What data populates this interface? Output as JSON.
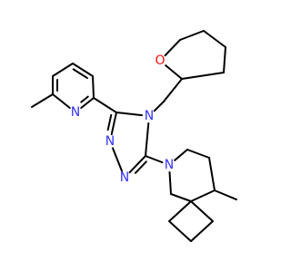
{
  "colors": {
    "bond": "#000000",
    "nitrogen": "#3333ff",
    "oxygen": "#ff0d0d",
    "background": "#ffffff"
  },
  "atom_labels": {
    "pyridine_n": "N",
    "oxane_o": "O",
    "triazole_n4": "N",
    "triazole_n1": "N",
    "triazole_n2": "N",
    "azaspiro_n": "N"
  }
}
